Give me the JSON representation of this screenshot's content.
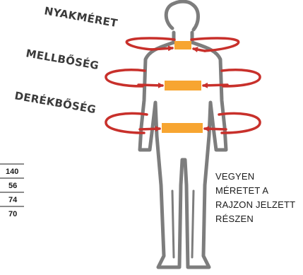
{
  "labels": {
    "neck": "NYAKMÉRET",
    "chest": "MELLBŐSÉG",
    "waist": "DERÉKBŐSÉG"
  },
  "instruction": {
    "line1": "VEGYEN",
    "line2": "MÉRETET A",
    "line3": "RAJZON JELZETT",
    "line4": "RÉSZEN"
  },
  "numbers": [
    "140",
    "56",
    "74",
    "70"
  ],
  "colors": {
    "outline": "#7d7d7d",
    "band": "#f7a531",
    "arrow": "#c8302b",
    "text": "#3a3a3a"
  }
}
